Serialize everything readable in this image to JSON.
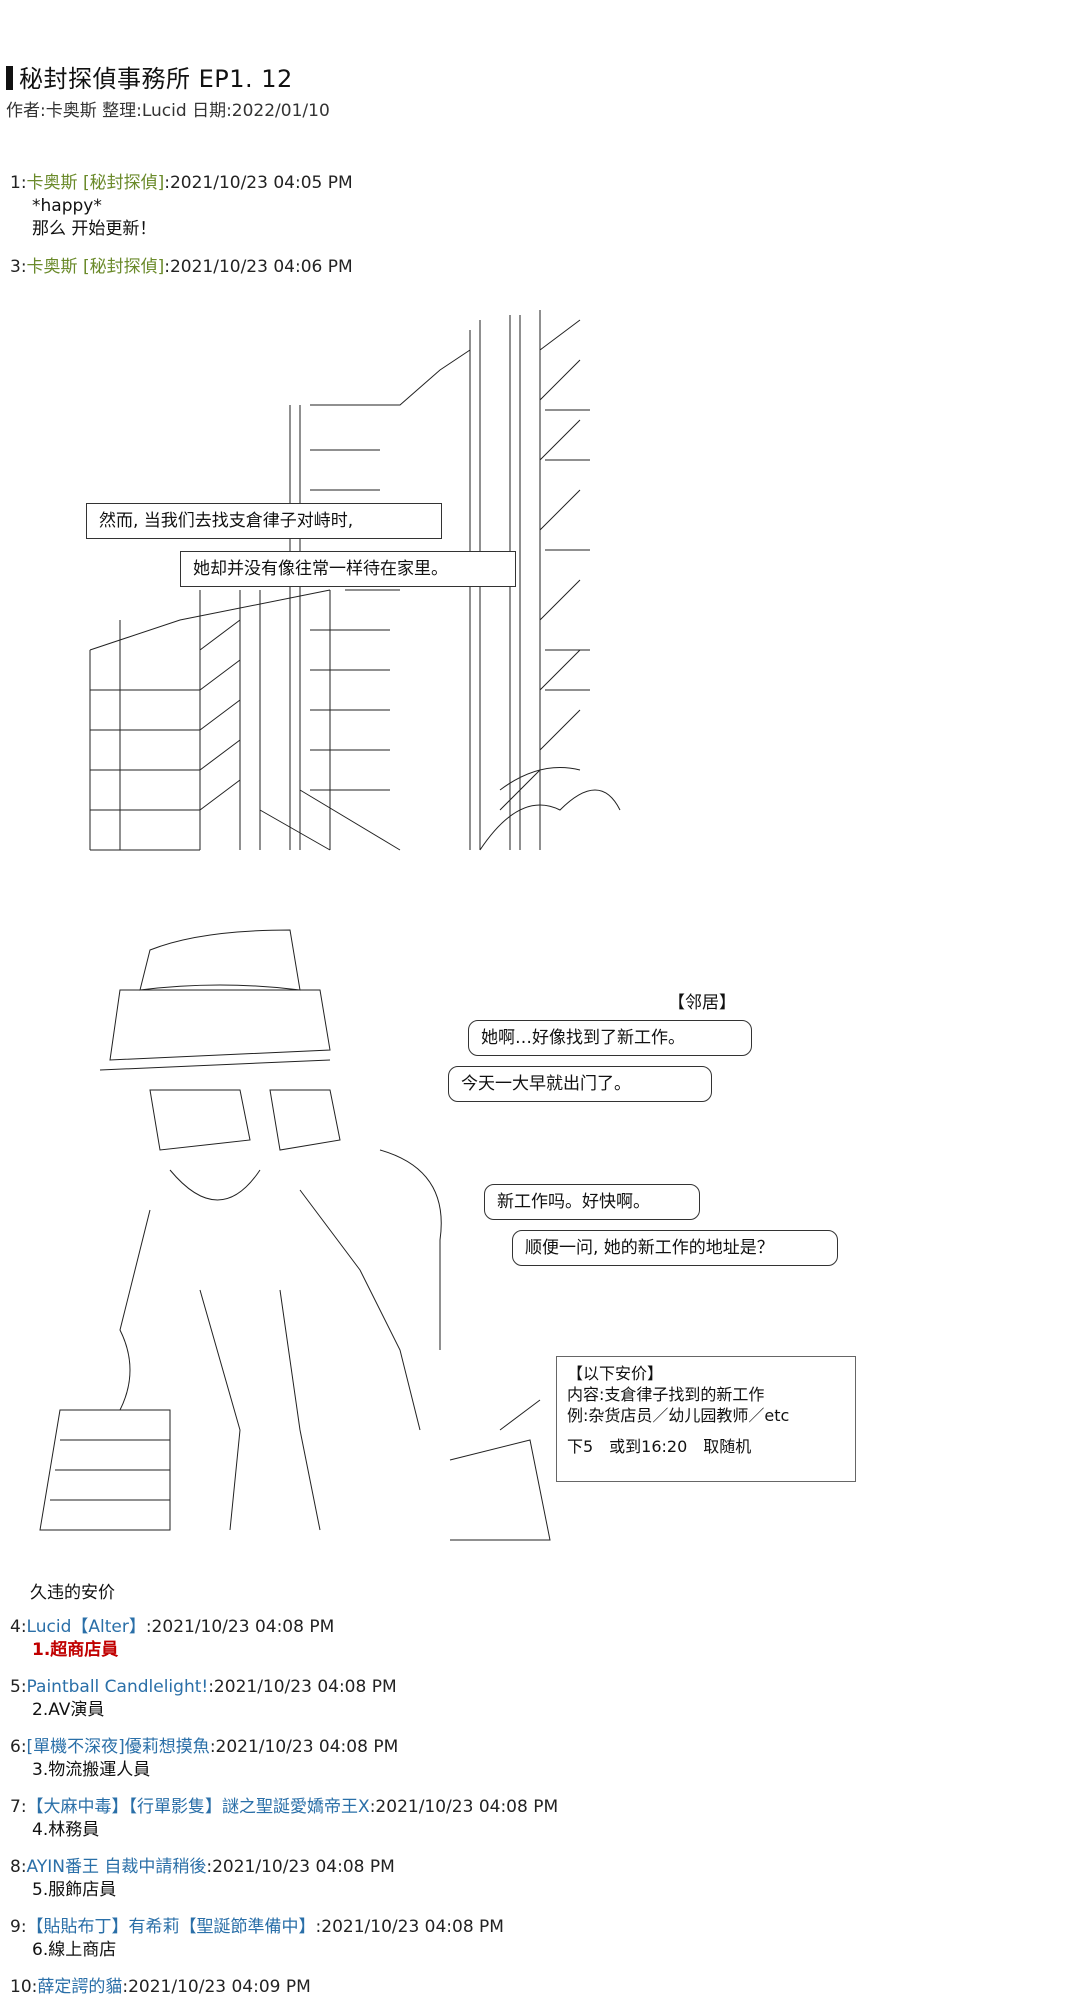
{
  "header": {
    "title": "秘封探偵事務所 EP1. 12",
    "meta": "作者:卡奥斯 整理:Lucid 日期:2022/01/10"
  },
  "posts": [
    {
      "num": "1:",
      "name": "卡奥斯 [秘封探偵]",
      "time": ":2021/10/23 04:05 PM",
      "lines": [
        "*happy*",
        "那么 开始更新！"
      ]
    },
    {
      "num": "3:",
      "name": "卡奥斯 [秘封探偵]",
      "time": ":2021/10/23 04:06 PM",
      "lines": []
    }
  ],
  "scene1": {
    "line1": "然而, 当我们去找支倉律子对峙时,",
    "line2": "她却并没有像往常一样待在家里。"
  },
  "scene2": {
    "speaker": "【邻居】",
    "b1_l1": "她啊…好像找到了新工作。",
    "b1_l2": "今天一大早就出门了。",
    "b2_l1": "新工作吗。好快啊。",
    "b2_l2": "顺便一问, 她的新工作的地址是？",
    "vote_title": "【以下安价】",
    "vote_l1": "内容:支倉律子找到的新工作",
    "vote_l2": "例:杂货店员／幼儿园教师／etc",
    "vote_l3": "下5　或到16:20　取随机"
  },
  "caption": "久违的安价",
  "replies": [
    {
      "num": "4:",
      "name": "Lucid【Alter】",
      "time": ":2021/10/23 04:08 PM",
      "body": "1.超商店員"
    },
    {
      "num": "5:",
      "name": "Paintball Candlelight!",
      "time": ":2021/10/23 04:08 PM",
      "body": "2.AV演員"
    },
    {
      "num": "6:",
      "name": "[單機不深夜]優莉想摸魚",
      "time": ":2021/10/23 04:08 PM",
      "body": "3.物流搬運人員"
    },
    {
      "num": "7:",
      "name": "【大麻中毒】【行單影隻】謎之聖誕愛嬌帝王X",
      "time": ":2021/10/23 04:08 PM",
      "body": "4.林務員"
    },
    {
      "num": "8:",
      "name": "AYIN番王 自裁中請稍後",
      "time": ":2021/10/23 04:08 PM",
      "body": "5.服飾店員"
    },
    {
      "num": "9:",
      "name": "【貼貼布丁】有希莉【聖誕節準備中】",
      "time": ":2021/10/23 04:08 PM",
      "body": "6.線上商店"
    },
    {
      "num": "10:",
      "name": "薛定諤的貓",
      "time": ":2021/10/23 04:09 PM",
      "body": ""
    }
  ]
}
